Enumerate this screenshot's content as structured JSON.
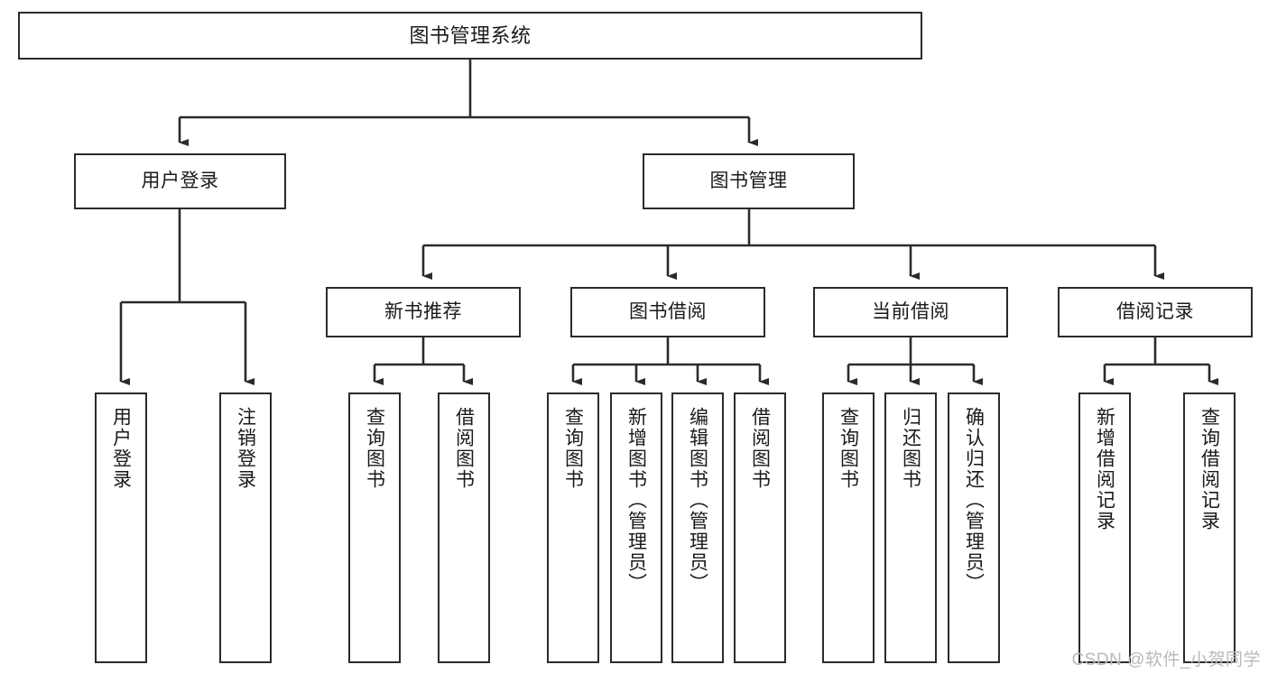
{
  "diagram": {
    "title": "图书管理系统",
    "type": "hierarchy-tree",
    "levels": 4,
    "colors": {
      "box_border": "#2b2b2b",
      "box_fill": "#ffffff",
      "connector": "#2b2b2b",
      "text": "#1a1a1a",
      "watermark": "#b9b9b9"
    },
    "root": {
      "label": "图书管理系统"
    },
    "level2": [
      {
        "label": "用户登录"
      },
      {
        "label": "图书管理"
      }
    ],
    "level3": [
      {
        "label": "新书推荐"
      },
      {
        "label": "图书借阅"
      },
      {
        "label": "当前借阅"
      },
      {
        "label": "借阅记录"
      }
    ],
    "leaves": {
      "user_login": [
        {
          "label": "用户登录"
        },
        {
          "label": "注销登录"
        }
      ],
      "new_book_recommend": [
        {
          "label": "查询图书"
        },
        {
          "label": "借阅图书"
        }
      ],
      "book_borrow": [
        {
          "label": "查询图书"
        },
        {
          "label": "新增图书（管理员）"
        },
        {
          "label": "编辑图书（管理员）"
        },
        {
          "label": "借阅图书"
        }
      ],
      "current_borrow": [
        {
          "label": "查询图书"
        },
        {
          "label": "归还图书"
        },
        {
          "label": "确认归还（管理员）"
        }
      ],
      "borrow_record": [
        {
          "label": "新增借阅记录"
        },
        {
          "label": "查询借阅记录"
        }
      ]
    }
  },
  "watermark": {
    "text": "CSDN @软件_小贺同学"
  }
}
